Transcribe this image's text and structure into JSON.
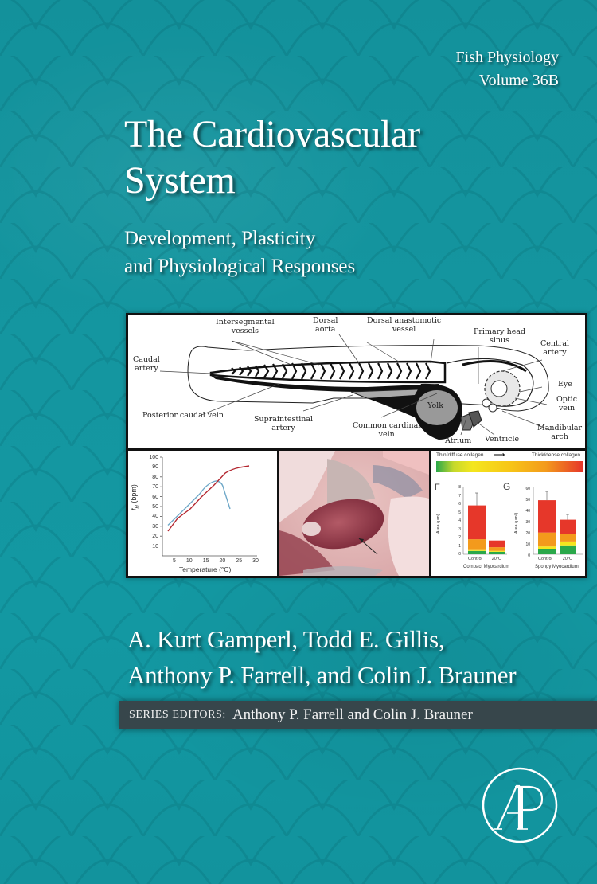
{
  "cover": {
    "background_color": "#1496a0",
    "series": {
      "name": "Fish Physiology",
      "volume": "Volume 36B"
    },
    "title": {
      "line1": "The Cardiovascular",
      "line2": "System"
    },
    "subtitle": {
      "line1": "Development, Plasticity",
      "line2": "and Physiological Responses"
    },
    "figure": {
      "diagram_labels": {
        "intersegmental_vessels_1": "Intersegmental",
        "intersegmental_vessels_2": "vessels",
        "dorsal_aorta_1": "Dorsal",
        "dorsal_aorta_2": "aorta",
        "dorsal_anastomotic_1": "Dorsal anastomotic",
        "dorsal_anastomotic_2": "vessel",
        "primary_head_sinus_1": "Primary head",
        "primary_head_sinus_2": "sinus",
        "central_artery_1": "Central",
        "central_artery_2": "artery",
        "caudal_artery_1": "Caudal",
        "caudal_artery_2": "artery",
        "eye": "Eye",
        "optic_vein_1": "Optic",
        "optic_vein_2": "vein",
        "yolk": "Yolk",
        "posterior_caudal_vein": "Posterior caudal vein",
        "supraintestinal_artery_1": "Supraintestinal",
        "supraintestinal_artery_2": "artery",
        "common_cardinal_vein_1": "Common cardinal",
        "common_cardinal_vein_2": "vein",
        "atrium": "Atrium",
        "ventricle": "Ventricle",
        "mandibular_arch_1": "Mandibular",
        "mandibular_arch_2": "arch"
      },
      "line_chart": {
        "ylabel": "fH (bpm)",
        "ylabel_main": "f",
        "ylabel_sub": "H",
        "ylabel_rest": " (bpm)",
        "xlabel": "Temperature (°C)",
        "yticks": [
          "10",
          "20",
          "30",
          "40",
          "50",
          "60",
          "70",
          "80",
          "90",
          "100"
        ],
        "xticks": [
          "5",
          "10",
          "15",
          "20",
          "25",
          "30"
        ]
      },
      "bar_chart": {
        "scale_left": "Thin/diffuse collagen",
        "scale_right": "Thick/dense collagen",
        "panel_f": {
          "letter": "F",
          "ylabel": "Area (µm)",
          "yticks": [
            "0",
            "1",
            "2",
            "3",
            "4",
            "5",
            "6",
            "7",
            "8"
          ],
          "categories": [
            "Control",
            "20°C"
          ],
          "group_label": "Compact Myocardium"
        },
        "panel_g": {
          "letter": "G",
          "ylabel": "Area (µm²)",
          "yticks": [
            "0",
            "10",
            "20",
            "30",
            "40",
            "50",
            "60"
          ],
          "categories": [
            "Control",
            "20°C"
          ],
          "group_label": "Spongy Myocardium"
        }
      }
    },
    "authors": {
      "line1": "A. Kurt Gamperl, Todd E. Gillis,",
      "line2": "Anthony P. Farrell, and Colin J. Brauner"
    },
    "series_editors": {
      "caption": "Series Editors:",
      "names": "Anthony P. Farrell and Colin J. Brauner"
    },
    "publisher_logo": {
      "letters": "AP",
      "color": "#ffffff"
    }
  },
  "chart_data": [
    {
      "type": "line",
      "title": "",
      "xlabel": "Temperature (°C)",
      "ylabel": "fH (bpm)",
      "xlim": [
        0,
        30
      ],
      "ylim": [
        0,
        100
      ],
      "series": [
        {
          "name": "blue",
          "color": "#6fa8c8",
          "x": [
            4,
            8,
            12,
            15,
            17,
            20
          ],
          "y": [
            31,
            47,
            63,
            76,
            74,
            47
          ]
        },
        {
          "name": "red",
          "color": "#b3262f",
          "x": [
            4,
            7,
            10,
            13,
            16,
            19,
            22,
            24
          ],
          "y": [
            25,
            38,
            47,
            60,
            72,
            84,
            87,
            88
          ]
        }
      ]
    },
    {
      "type": "bar",
      "title": "F — Compact Myocardium",
      "categories": [
        "Control",
        "20°C"
      ],
      "ylabel": "Area (µm)",
      "ylim": [
        0,
        8
      ],
      "stacked": true,
      "series": [
        {
          "name": "green",
          "values": [
            0.4,
            0.3
          ]
        },
        {
          "name": "yellow",
          "values": [
            0.2,
            0.1
          ]
        },
        {
          "name": "orange",
          "values": [
            1.2,
            0.45
          ]
        },
        {
          "name": "red",
          "values": [
            4.05,
            0.8
          ]
        }
      ],
      "totals": [
        5.85,
        1.65
      ]
    },
    {
      "type": "bar",
      "title": "G — Spongy Myocardium",
      "categories": [
        "Control",
        "20°C"
      ],
      "ylabel": "Area (µm²)",
      "ylim": [
        0,
        60
      ],
      "stacked": true,
      "series": [
        {
          "name": "green",
          "values": [
            5,
            8
          ]
        },
        {
          "name": "yellow",
          "values": [
            2,
            3.5
          ]
        },
        {
          "name": "orange",
          "values": [
            12.5,
            7
          ]
        },
        {
          "name": "red",
          "values": [
            29,
            12.5
          ]
        }
      ],
      "totals": [
        48.5,
        31
      ]
    }
  ]
}
